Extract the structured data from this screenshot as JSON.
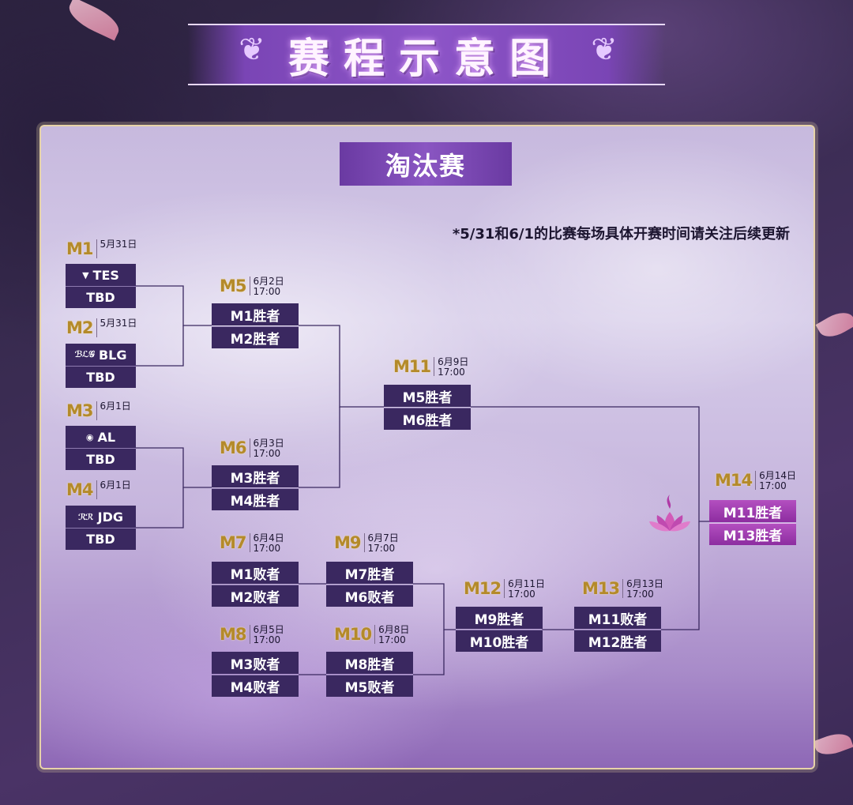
{
  "header": {
    "title": "赛程示意图"
  },
  "subtitle": "淘汰赛",
  "note": "*5/31和6/1的比赛每场具体开赛时间请关注后续更新",
  "matches": {
    "m1": {
      "id": "M1",
      "date": "5月31日",
      "time": "",
      "team1_logo": "TES-logo",
      "team1": "TES",
      "team2": "TBD"
    },
    "m2": {
      "id": "M2",
      "date": "5月31日",
      "time": "",
      "team1_logo": "BLG-logo",
      "team1": "BLG",
      "team2": "TBD"
    },
    "m3": {
      "id": "M3",
      "date": "6月1日",
      "time": "",
      "team1_logo": "AL-logo",
      "team1": "AL",
      "team2": "TBD"
    },
    "m4": {
      "id": "M4",
      "date": "6月1日",
      "time": "",
      "team1_logo": "JDG-logo",
      "team1": "JDG",
      "team2": "TBD"
    },
    "m5": {
      "id": "M5",
      "date": "6月2日",
      "time": "17:00",
      "slot1": "M1胜者",
      "slot2": "M2胜者"
    },
    "m6": {
      "id": "M6",
      "date": "6月3日",
      "time": "17:00",
      "slot1": "M3胜者",
      "slot2": "M4胜者"
    },
    "m7": {
      "id": "M7",
      "date": "6月4日",
      "time": "17:00",
      "slot1": "M1败者",
      "slot2": "M2败者"
    },
    "m8": {
      "id": "M8",
      "date": "6月5日",
      "time": "17:00",
      "slot1": "M3败者",
      "slot2": "M4败者"
    },
    "m9": {
      "id": "M9",
      "date": "6月7日",
      "time": "17:00",
      "slot1": "M7胜者",
      "slot2": "M6败者"
    },
    "m10": {
      "id": "M10",
      "date": "6月8日",
      "time": "17:00",
      "slot1": "M8胜者",
      "slot2": "M5败者"
    },
    "m11": {
      "id": "M11",
      "date": "6月9日",
      "time": "17:00",
      "slot1": "M5胜者",
      "slot2": "M6胜者"
    },
    "m12": {
      "id": "M12",
      "date": "6月11日",
      "time": "17:00",
      "slot1": "M9胜者",
      "slot2": "M10胜者"
    },
    "m13": {
      "id": "M13",
      "date": "6月13日",
      "time": "17:00",
      "slot1": "M11败者",
      "slot2": "M12胜者"
    },
    "m14": {
      "id": "M14",
      "date": "6月14日",
      "time": "17:00",
      "slot1": "M11胜者",
      "slot2": "M13胜者"
    }
  },
  "colors": {
    "slot": "#3a2860",
    "final_slot": "#a63fb5",
    "match_id": "#b48a2a",
    "connector": "#3a2860"
  },
  "icons": {
    "ornament": "flower-ornament-icon",
    "lotus": "lotus-icon"
  }
}
